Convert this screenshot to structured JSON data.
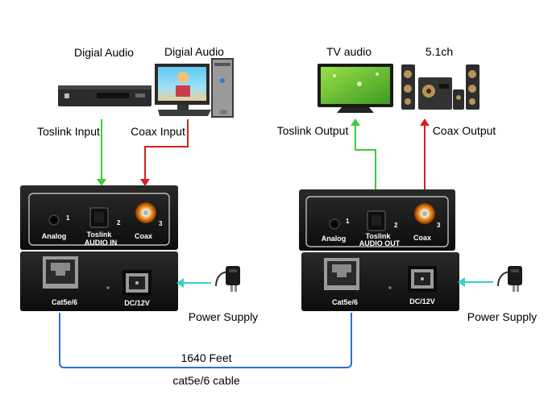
{
  "labels": {
    "source_player": "Digial Audio",
    "source_pc": "Digial Audio",
    "dest_tv": "TV audio",
    "dest_speakers": "5.1ch",
    "toslink_input": "Toslink Input",
    "coax_input": "Coax Input",
    "toslink_output": "Toslink Output",
    "coax_output": "Coax Output",
    "power_left": "Power Supply",
    "power_right": "Power Supply",
    "distance": "1640 Feet",
    "cable": "cat5e/6 cable"
  },
  "transmitter": {
    "analog": "Analog",
    "analog_num": "1",
    "toslink": "Toslink",
    "toslink_num": "2",
    "audio_in": "AUDIO IN",
    "coax": "Coax",
    "coax_num": "3",
    "cat": "Cat5e/6",
    "dc": "DC/12V"
  },
  "receiver": {
    "analog": "Analog",
    "analog_num": "1",
    "toslink": "Toslink",
    "toslink_num": "2",
    "audio_out": "AUDIO OUT",
    "coax": "Coax",
    "coax_num": "3",
    "cat": "Cat5e/6",
    "dc": "DC/12V"
  },
  "colors": {
    "toslink_line": "#3ccc3c",
    "coax_line": "#d42020",
    "power_line": "#3ad0c8",
    "cable_line": "#2a6fd6",
    "device_body": "#1c1c1c"
  }
}
